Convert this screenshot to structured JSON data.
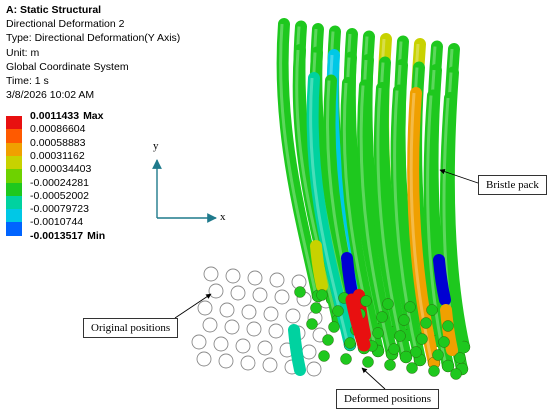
{
  "info": {
    "title": "A: Static Structural",
    "result_name": "Directional Deformation 2",
    "type": "Type: Directional Deformation(Y Axis)",
    "unit": "Unit: m",
    "coord": "Global Coordinate System",
    "time": "Time: 1 s",
    "date": "3/8/2026 10:02 AM"
  },
  "legend": {
    "max_tag": "Max",
    "min_tag": "Min",
    "entries": [
      {
        "value": "0.0011433",
        "color": "#e81010",
        "bold": true,
        "tag": "max"
      },
      {
        "value": "0.00086604",
        "color": "#ff5a00",
        "bold": false
      },
      {
        "value": "0.00058883",
        "color": "#f0a000",
        "bold": false
      },
      {
        "value": "0.00031162",
        "color": "#c8d200",
        "bold": false
      },
      {
        "value": "0.000034403",
        "color": "#6ed200",
        "bold": false
      },
      {
        "value": "-0.00024281",
        "color": "#1ec81e",
        "bold": false
      },
      {
        "value": "-0.00052002",
        "color": "#00d2a0",
        "bold": false
      },
      {
        "value": "-0.00079723",
        "color": "#00c8e6",
        "bold": false
      },
      {
        "value": "-0.0010744",
        "color": "#0064ff",
        "bold": false
      },
      {
        "value": "-0.0013517",
        "color": "#0000d2",
        "bold": true,
        "tag": "min"
      }
    ]
  },
  "triad": {
    "x_label": "x",
    "y_label": "y",
    "color": "#1f7a8c"
  },
  "callouts": {
    "bristle_pack": "Bristle pack",
    "original_positions": "Original positions",
    "deformed_positions": "Deformed positions"
  }
}
